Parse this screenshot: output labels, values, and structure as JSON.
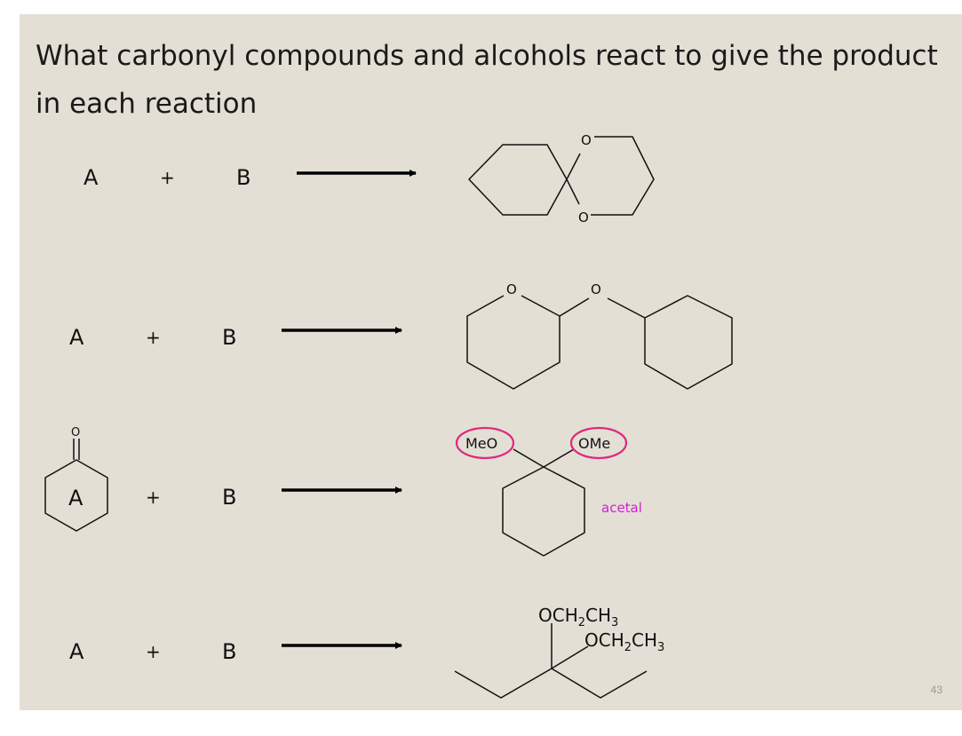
{
  "question": "What carbonyl compounds and alcohols react to give the product in each reaction",
  "reactions": [
    {
      "reactant_a": "A",
      "plus": "+",
      "reactant_b": "B",
      "product_atoms": [
        "O",
        "O"
      ]
    },
    {
      "reactant_a": "A",
      "plus": "+",
      "reactant_b": "B",
      "product_atoms": [
        "O",
        "O"
      ]
    },
    {
      "reactant_a": "A",
      "reactant_a_atom": "O",
      "plus": "+",
      "reactant_b": "B",
      "product_groups": [
        "MeO",
        "OMe"
      ],
      "annotation": "acetal"
    },
    {
      "reactant_a": "A",
      "plus": "+",
      "reactant_b": "B",
      "product_groups": [
        {
          "base1": "OCH",
          "sub1": "2",
          "base2": "CH",
          "sub2": "3"
        },
        {
          "base1": "OCH",
          "sub1": "2",
          "base2": "CH",
          "sub2": "3"
        }
      ]
    }
  ],
  "page_number": "43",
  "colors": {
    "background": "#e3dfd4",
    "annotation": "#d21fd0",
    "highlight_circle": "#e0287c"
  }
}
